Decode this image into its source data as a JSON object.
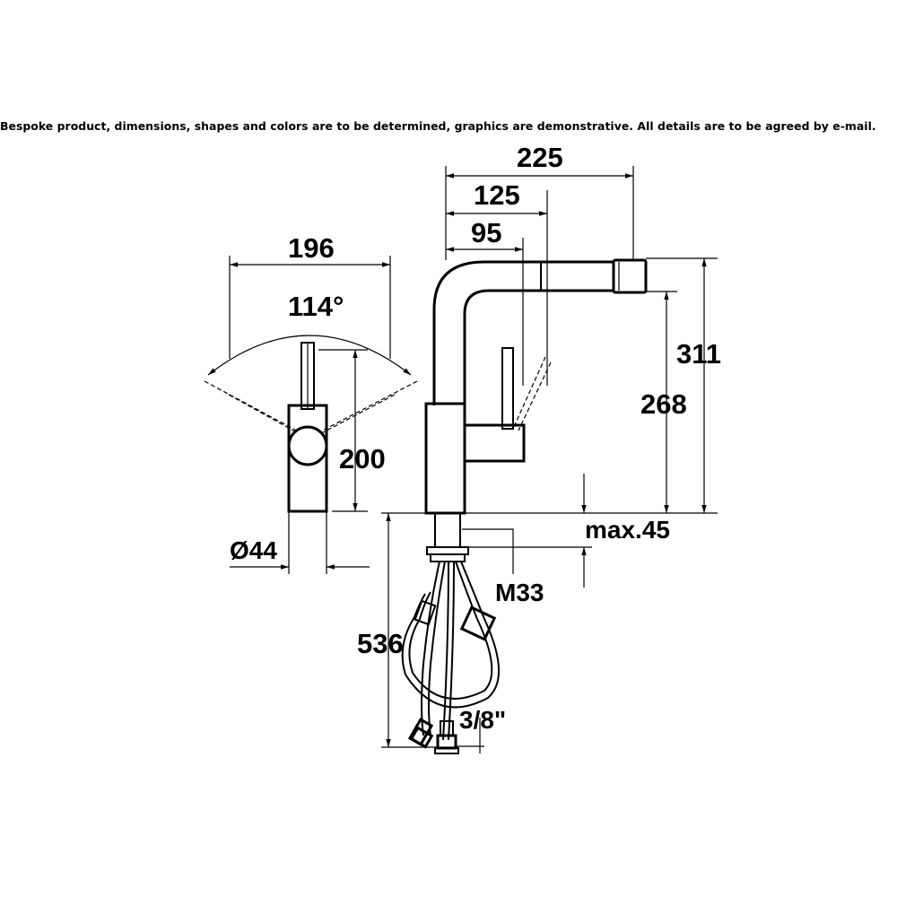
{
  "disclaimer": "Bespoke product, dimensions, shapes and colors are to be determined, graphics are demonstrative. All details are to be agreed by e-mail.",
  "dimensions": {
    "width_196": "196",
    "angle_114": "114°",
    "height_200": "200",
    "diameter_44": "Ø44",
    "reach_225": "225",
    "reach_125": "125",
    "reach_95": "95",
    "height_311": "311",
    "height_268": "268",
    "max_45": "max.45",
    "thread_m33": "M33",
    "hose_536": "536",
    "connector_3_8": "3/8\""
  }
}
